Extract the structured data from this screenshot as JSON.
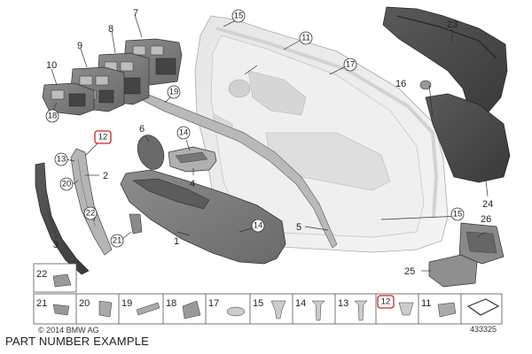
{
  "diagram": {
    "copyright": "© 2014 BMW AG",
    "reference_number": "433325",
    "footer_caption": "PART NUMBER EXAMPLE",
    "highlight_color": "#d42020",
    "part_labels": {
      "p1": "1",
      "p2": "2",
      "p3": "3",
      "p4": "4",
      "p5": "5",
      "p7": "7",
      "p8": "8",
      "p9": "9",
      "p10": "10",
      "p11": "11",
      "p12": "12",
      "p13": "13",
      "p14": "14",
      "p15": "15",
      "p16": "16",
      "p17": "17",
      "p18": "18",
      "p19": "19",
      "p20": "20",
      "p21": "21",
      "p22": "22",
      "p23": "23",
      "p24": "24",
      "p25": "25",
      "p26": "26"
    },
    "legend_top": [
      "22"
    ],
    "legend_bottom": [
      "21",
      "20",
      "19",
      "18",
      "17",
      "15",
      "14",
      "13",
      "12",
      "11"
    ]
  }
}
